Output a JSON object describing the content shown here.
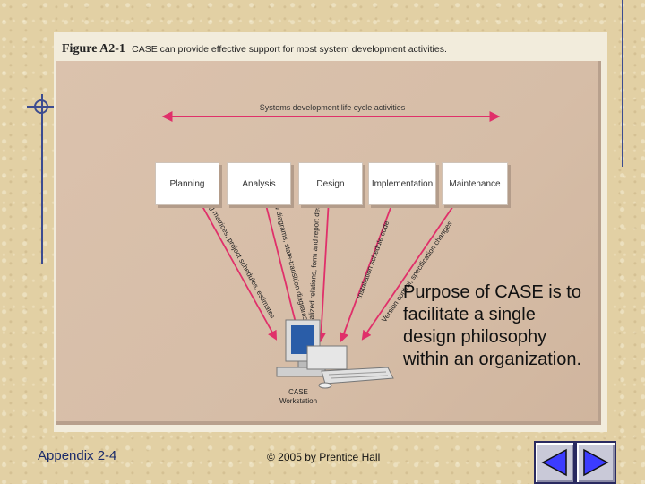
{
  "figure": {
    "number": "Figure A2-1",
    "title": "CASE can provide effective support for most system development activities.",
    "lifecycle_label": "Systems development life cycle activities",
    "phases": [
      "Planning",
      "Analysis",
      "Design",
      "Implementation",
      "Maintenance"
    ],
    "arrow_labels": [
      "Planning matrices, project schedules, estimates",
      "Data flow diagrams, state-transition diagrams",
      "Normalized relations, form and report designs",
      "Installation schedule code",
      "Version control, specification changes"
    ],
    "workstation_label_1": "CASE",
    "workstation_label_2": "Workstation",
    "arrow_color": "#e0306a"
  },
  "purpose_text": "Purpose of CASE is to facilitate a single design philosophy within an organization.",
  "footer": {
    "left": "Appendix 2-4",
    "center": "© 2005 by Prentice Hall"
  },
  "nav": {
    "prev_icon": "triangle-left-icon",
    "next_icon": "triangle-right-icon"
  },
  "accent_color": "#3c4c90"
}
